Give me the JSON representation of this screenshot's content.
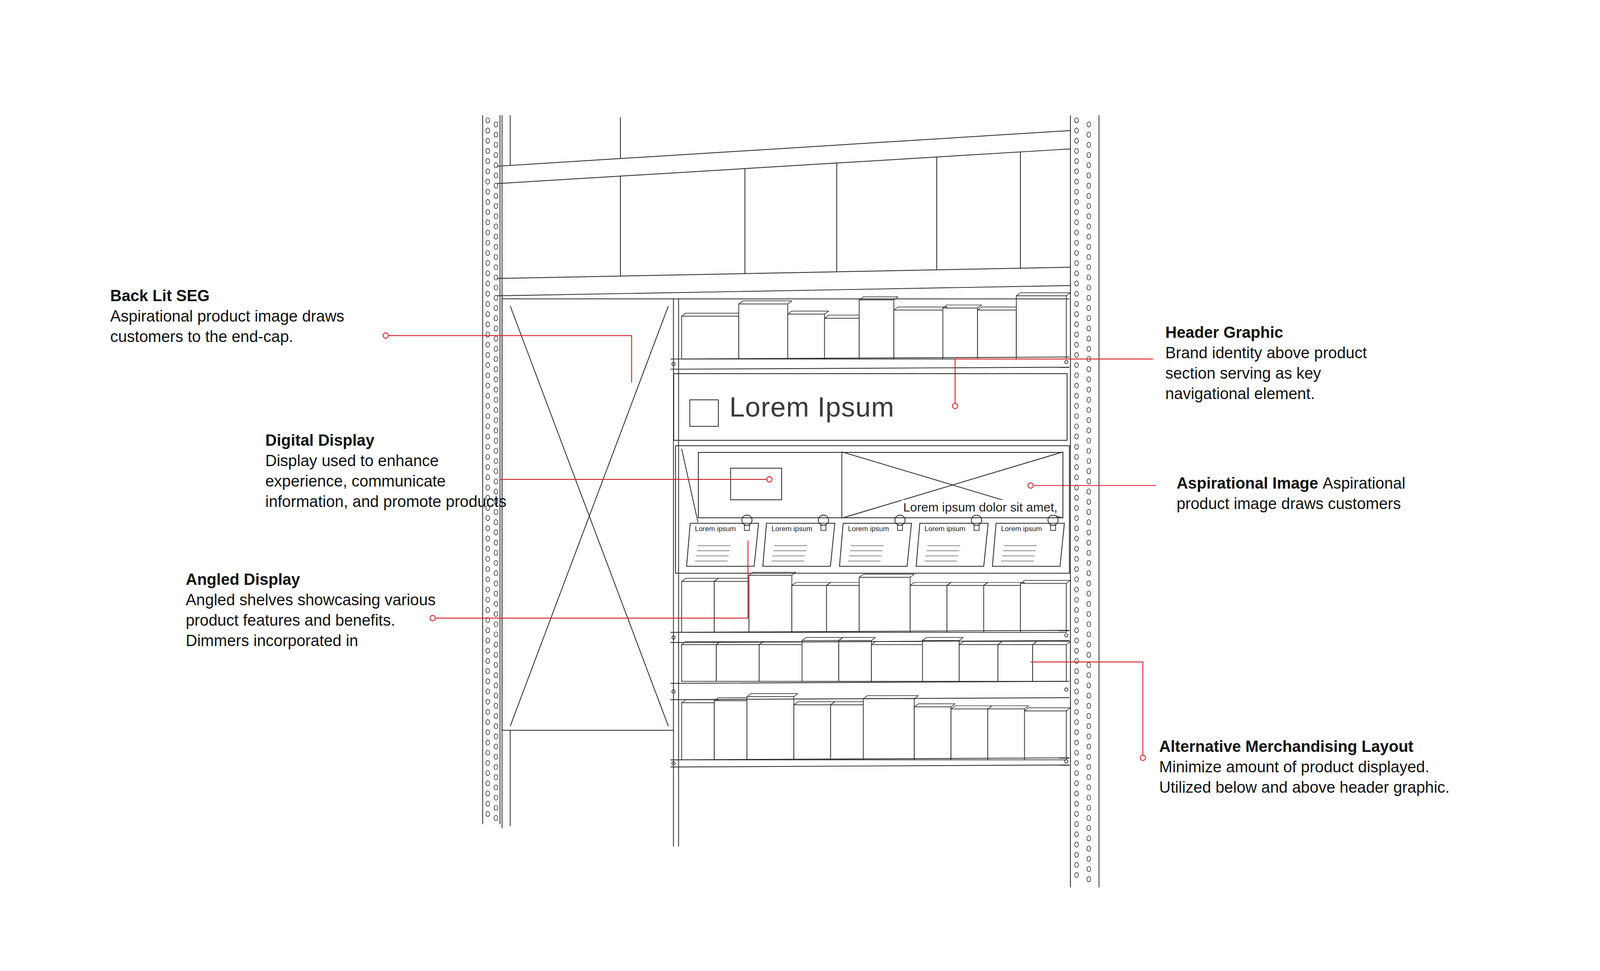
{
  "diagram": {
    "nodes": [
      {
        "text": [
          "Lorem Ipsum"
        ]
      },
      {
        "text": [
          "Lorem ipsum dolor sit amet,"
        ]
      },
      {
        "text": [
          "Lorem ipsum"
        ]
      },
      {
        "text": [
          "Lorem ipsum"
        ]
      },
      {
        "text": [
          "Lorem ipsum"
        ]
      },
      {
        "text": [
          "Lorem ipsum"
        ]
      },
      {
        "text": [
          "Lorem ipsum"
        ]
      }
    ],
    "labels": [
      "Back Lit SEG",
      "Aspirational product image draws customers to the end-cap.",
      "Digital Display",
      "Display used to enhance experience, communicate information, and promote products",
      "Angled Display",
      "Angled shelves showcasing various product features and benefits. Dimmers incorporated in",
      "Header Graphic",
      "Brand identity above product section serving as key navigational element.",
      "Aspirational Image",
      "Aspirational product image draws customers",
      "Alternative Merchandising Layout",
      "Minimize amount of product displayed. Utilized below and above header graphic."
    ]
  }
}
